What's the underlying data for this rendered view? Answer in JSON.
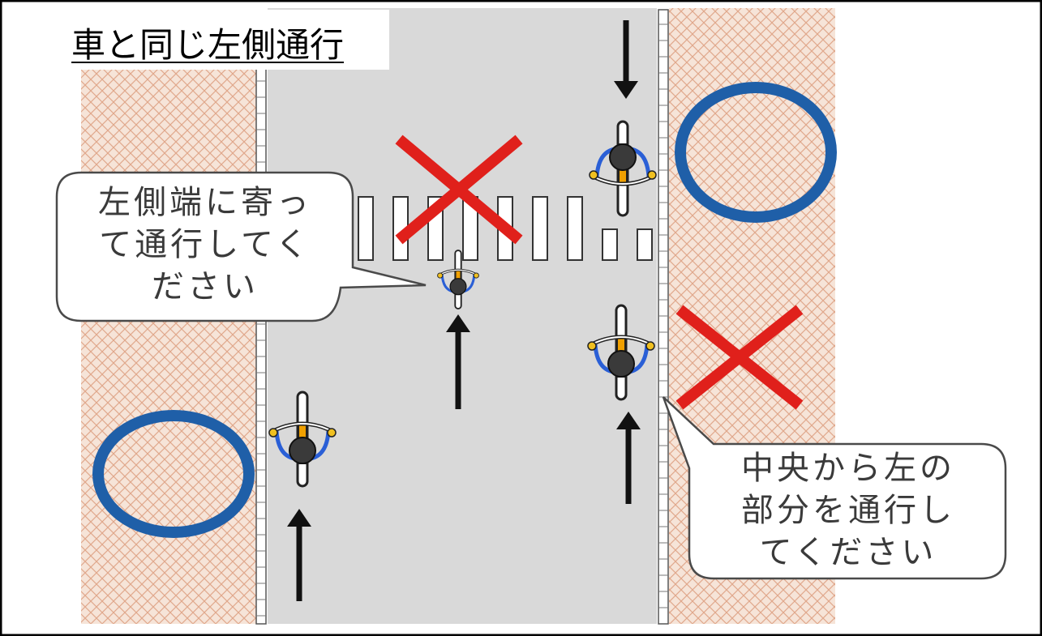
{
  "title": "車と同じ左側通行",
  "callout_left": {
    "lines": [
      "左側端に寄っ",
      "て通行してく",
      "ださい"
    ]
  },
  "callout_right": {
    "lines": [
      "中央から左の",
      "部分を通行し",
      "てください"
    ]
  },
  "colors": {
    "sidewalk": "#f3ddd0",
    "sidewalk_hatch": "#d9967a",
    "road": "#d9d9d9",
    "correct_mark": "#1f5fa8",
    "wrong_mark": "#e0201b",
    "cyclist_blue": "#2a5fd6",
    "cyclist_orange": "#f0a000"
  }
}
